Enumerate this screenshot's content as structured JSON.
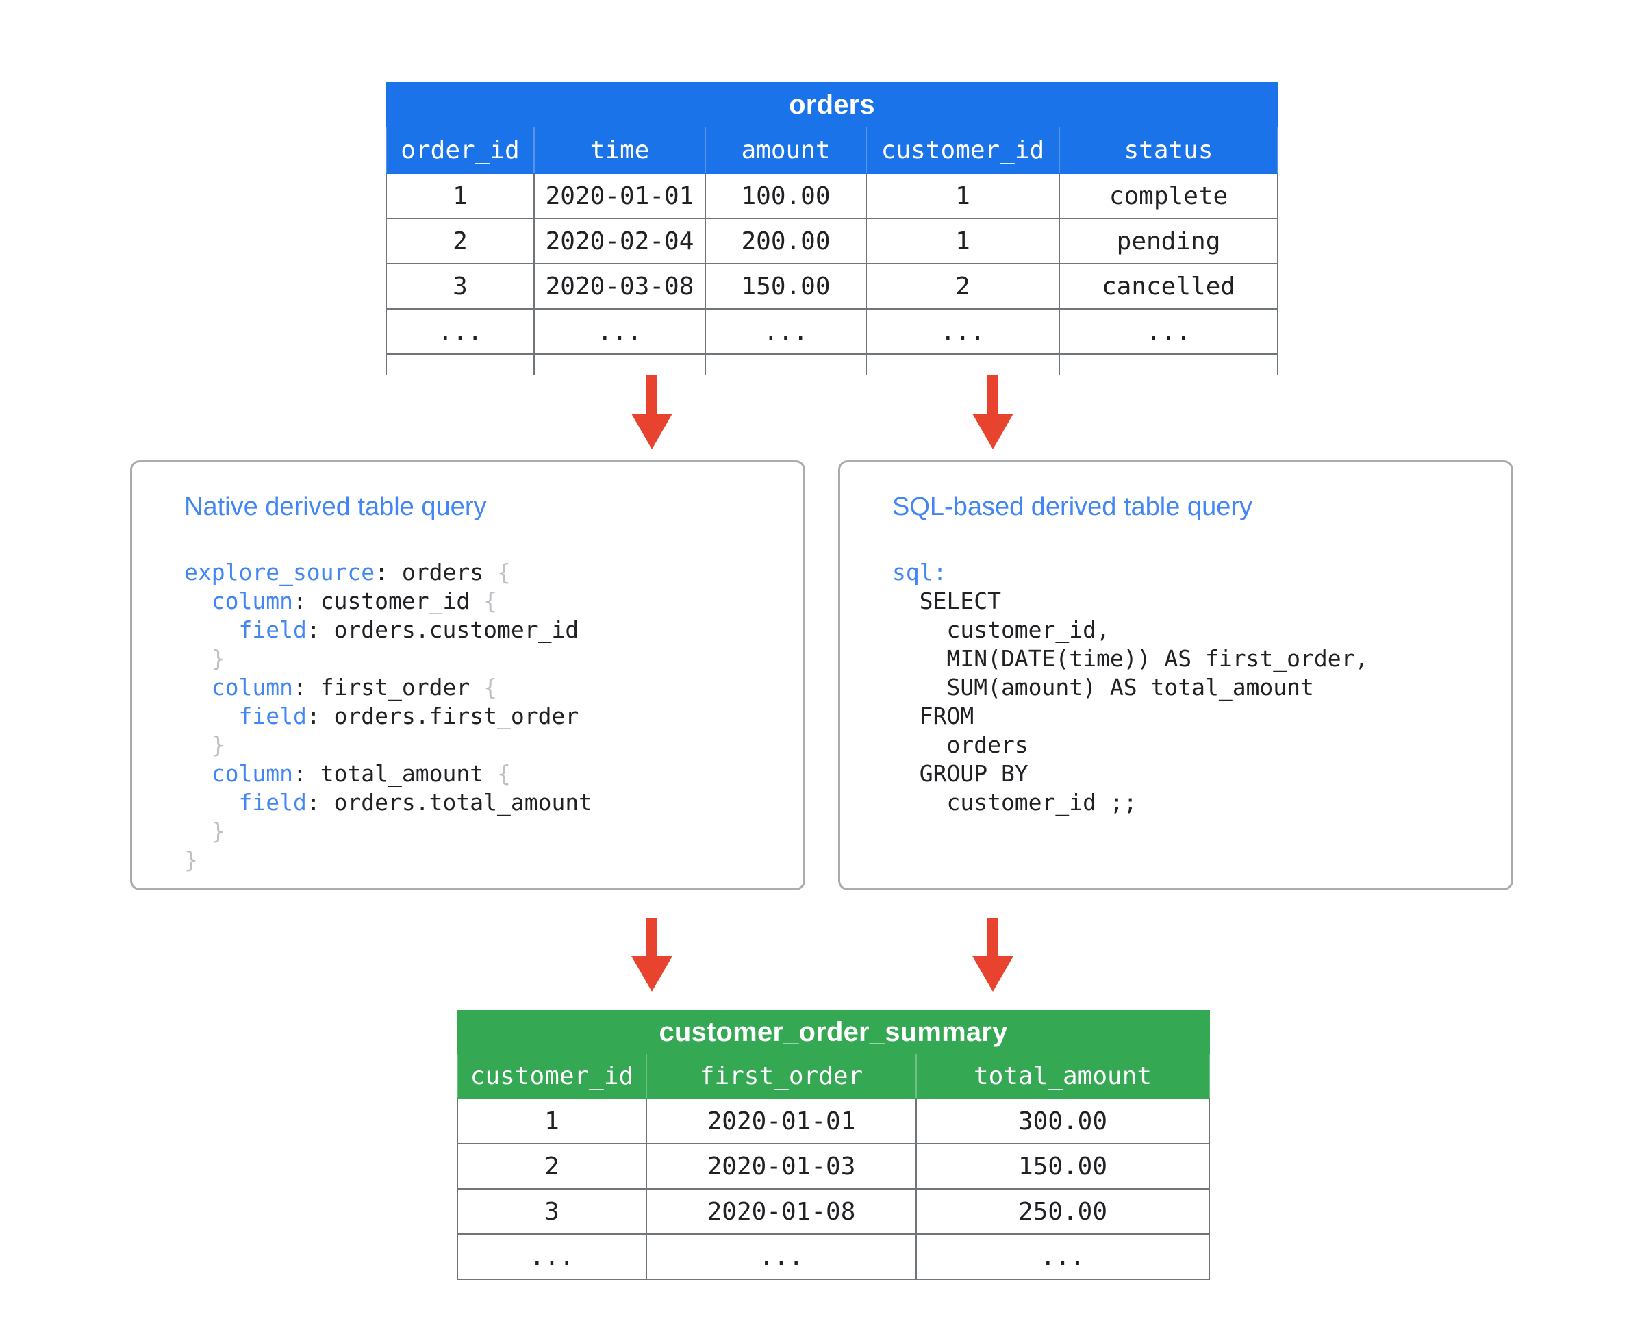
{
  "source_table": {
    "name": "orders",
    "columns": [
      "order_id",
      "time",
      "amount",
      "customer_id",
      "status"
    ],
    "rows": [
      [
        "1",
        "2020-01-01",
        "100.00",
        "1",
        "complete"
      ],
      [
        "2",
        "2020-02-04",
        "200.00",
        "1",
        "pending"
      ],
      [
        "3",
        "2020-03-08",
        "150.00",
        "2",
        "cancelled"
      ],
      [
        "...",
        "...",
        "...",
        "...",
        "..."
      ],
      [
        "",
        "",
        "",
        "",
        ""
      ]
    ]
  },
  "native_card": {
    "title": "Native derived table query",
    "code_lines": [
      [
        {
          "t": "explore_source",
          "c": "kw"
        },
        {
          "t": ": orders ",
          "c": ""
        },
        {
          "t": "{",
          "c": "brc"
        }
      ],
      [
        {
          "t": "  ",
          "c": ""
        },
        {
          "t": "column",
          "c": "kw"
        },
        {
          "t": ": customer_id ",
          "c": ""
        },
        {
          "t": "{",
          "c": "brc"
        }
      ],
      [
        {
          "t": "    ",
          "c": ""
        },
        {
          "t": "field",
          "c": "kw"
        },
        {
          "t": ": orders.customer_id",
          "c": ""
        }
      ],
      [
        {
          "t": "  ",
          "c": ""
        },
        {
          "t": "}",
          "c": "brc"
        }
      ],
      [
        {
          "t": "  ",
          "c": ""
        },
        {
          "t": "column",
          "c": "kw"
        },
        {
          "t": ": first_order ",
          "c": ""
        },
        {
          "t": "{",
          "c": "brc"
        }
      ],
      [
        {
          "t": "    ",
          "c": ""
        },
        {
          "t": "field",
          "c": "kw"
        },
        {
          "t": ": orders.first_order",
          "c": ""
        }
      ],
      [
        {
          "t": "  ",
          "c": ""
        },
        {
          "t": "}",
          "c": "brc"
        }
      ],
      [
        {
          "t": "  ",
          "c": ""
        },
        {
          "t": "column",
          "c": "kw"
        },
        {
          "t": ": total_amount ",
          "c": ""
        },
        {
          "t": "{",
          "c": "brc"
        }
      ],
      [
        {
          "t": "    ",
          "c": ""
        },
        {
          "t": "field",
          "c": "kw"
        },
        {
          "t": ": orders.total_amount",
          "c": ""
        }
      ],
      [
        {
          "t": "  ",
          "c": ""
        },
        {
          "t": "}",
          "c": "brc"
        }
      ],
      [
        {
          "t": "}",
          "c": "brc"
        }
      ]
    ]
  },
  "sql_card": {
    "title": "SQL-based derived table query",
    "code_lines": [
      [
        {
          "t": "sql",
          "c": "kw"
        },
        {
          "t": ":",
          "c": "kw"
        }
      ],
      [
        {
          "t": "  SELECT",
          "c": ""
        }
      ],
      [
        {
          "t": "    customer_id,",
          "c": ""
        }
      ],
      [
        {
          "t": "    MIN(DATE(time)) AS first_order,",
          "c": ""
        }
      ],
      [
        {
          "t": "    SUM(amount) AS total_amount",
          "c": ""
        }
      ],
      [
        {
          "t": "  FROM",
          "c": ""
        }
      ],
      [
        {
          "t": "    orders",
          "c": ""
        }
      ],
      [
        {
          "t": "  GROUP BY",
          "c": ""
        }
      ],
      [
        {
          "t": "    customer_id ;;",
          "c": ""
        }
      ]
    ]
  },
  "result_table": {
    "name": "customer_order_summary",
    "columns": [
      "customer_id",
      "first_order",
      "total_amount"
    ],
    "rows": [
      [
        "1",
        "2020-01-01",
        "300.00"
      ],
      [
        "2",
        "2020-01-03",
        "150.00"
      ],
      [
        "3",
        "2020-01-08",
        "250.00"
      ],
      [
        "...",
        "...",
        "..."
      ]
    ]
  },
  "arrows": [
    {
      "name": "orders-to-native"
    },
    {
      "name": "orders-to-sql"
    },
    {
      "name": "native-to-summary"
    },
    {
      "name": "sql-to-summary"
    }
  ],
  "colors": {
    "source_header": "#1a73e8",
    "result_header": "#34a853",
    "arrow": "#e8432f",
    "card_title": "#4285f4",
    "keyword": "#4285f4",
    "brace": "#bdc1c6",
    "table_border": "#70757a",
    "card_border": "#a9adaf"
  }
}
